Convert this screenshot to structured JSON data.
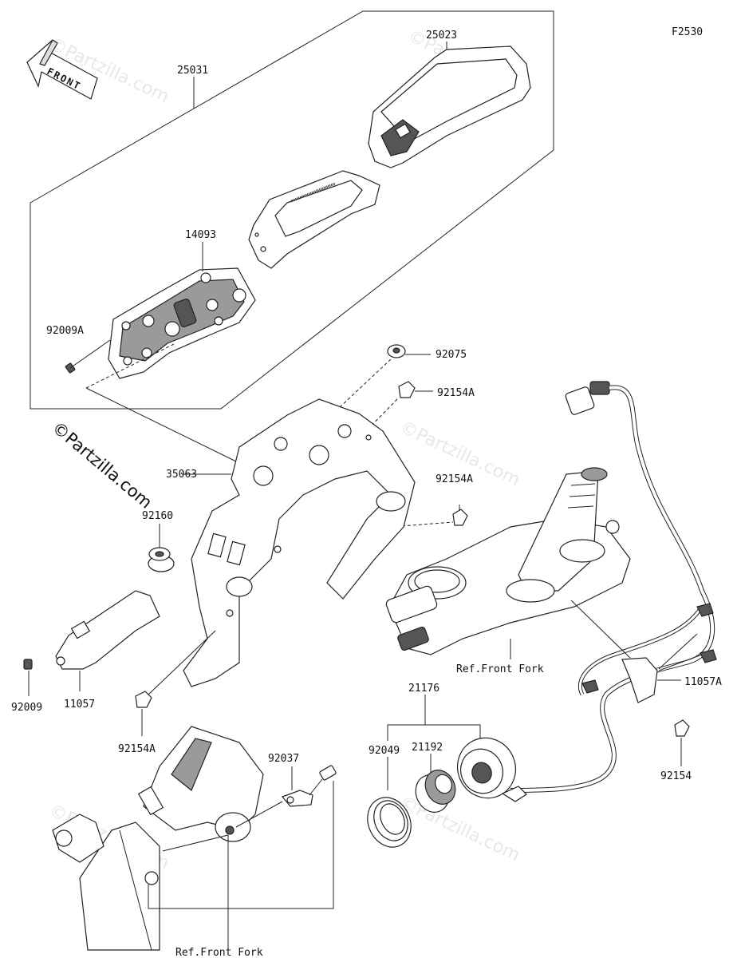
{
  "figure_code": "F2530",
  "copyright": "©Partzilla.com",
  "watermark": "©Partzilla.com",
  "front_label": "FRONT",
  "callouts": {
    "p25023": "25023",
    "p25031": "25031",
    "p14093": "14093",
    "p92009A": "92009A",
    "p92075": "92075",
    "p92154A_top": "92154A",
    "p35063": "35063",
    "p92154A_mid": "92154A",
    "p92160": "92160",
    "p92009": "92009",
    "p11057": "11057",
    "p92154A_bot": "92154A",
    "p92037": "92037",
    "p21176": "21176",
    "p92049": "92049",
    "p21192": "21192",
    "p11057A": "11057A",
    "p92154": "92154",
    "ref_front_fork_right": "Ref.Front Fork",
    "ref_front_fork_bottom": "Ref.Front Fork"
  }
}
